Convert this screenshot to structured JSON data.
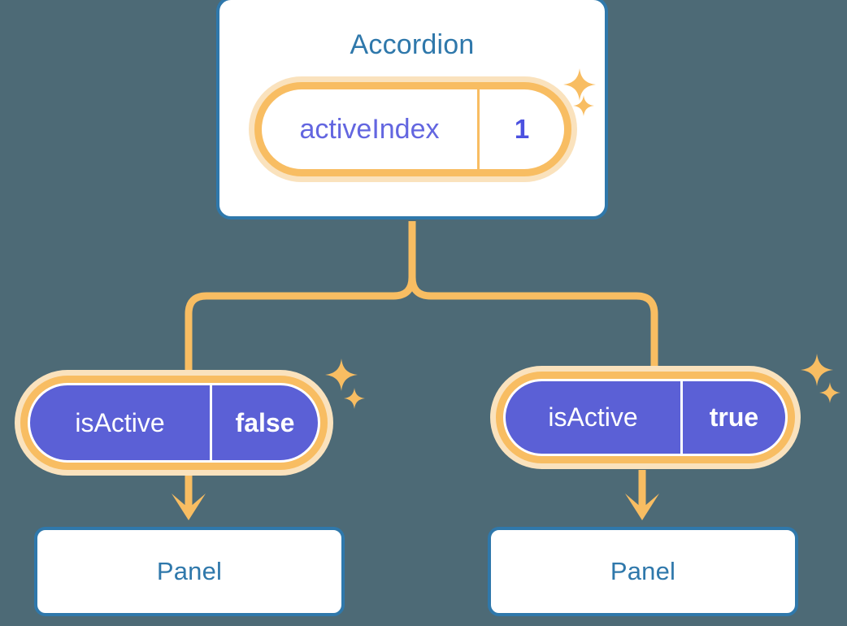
{
  "theme": {
    "background": "#4d6a76",
    "card_border": "#2f78ab",
    "card_fill": "#ffffff",
    "title_text": "#2f78ab",
    "accent_orange": "#f8bd62",
    "accent_orange_soft": "#fae2bd",
    "purple_fill": "#5b60d6",
    "purple_text": "#6366e0",
    "value_text_light": "#ffffff"
  },
  "diagram": {
    "type": "component-state-tree",
    "root": {
      "title": "Accordion",
      "state": {
        "key": "activeIndex",
        "value": "1"
      },
      "sparkle_icons": [
        "sparkle-icon",
        "sparkle-icon"
      ]
    },
    "children": [
      {
        "id": "branch-left",
        "state": {
          "key": "isActive",
          "value": "false"
        },
        "panel": {
          "title": "Panel"
        },
        "sparkle_icons": [
          "sparkle-icon",
          "sparkle-icon"
        ],
        "arrow_icon": "arrow-down-icon"
      },
      {
        "id": "branch-right",
        "state": {
          "key": "isActive",
          "value": "true"
        },
        "panel": {
          "title": "Panel"
        },
        "sparkle_icons": [
          "sparkle-icon",
          "sparkle-icon"
        ],
        "arrow_icon": "arrow-down-icon"
      }
    ]
  }
}
